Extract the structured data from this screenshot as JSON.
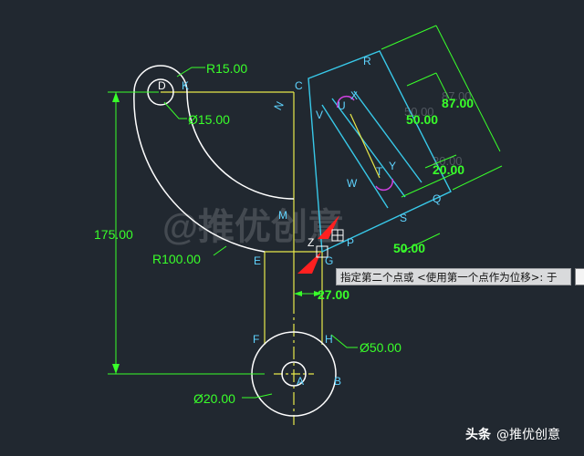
{
  "viewport": {
    "background": "#212830"
  },
  "colors": {
    "outline_white": "#ffffff",
    "construction_yellow": "#e8e84a",
    "rotated_cyan": "#38c8e8",
    "dimension_green": "#39ff2a",
    "point_label_cyan": "#5fd4ff",
    "slot_magenta": "#d040e0",
    "arrow_red": "#ff2020"
  },
  "dimensions": {
    "r15": "R15.00",
    "d15": "Ø15.00",
    "h175": "175.00",
    "r100": "R100.00",
    "d50": "Ø50.00",
    "d20": "Ø20.00",
    "w27": "27.00",
    "rot87": "87.00",
    "rot50a": "50.00",
    "rot20": "20.00",
    "rot50b": "50.00"
  },
  "ghost_dimensions": {
    "g87": "87.00",
    "g50": "50.00",
    "g20": "20.00"
  },
  "points": {
    "D": "D",
    "K": "K",
    "C": "C",
    "N": "N",
    "R": "R",
    "U": "U",
    "X": "X",
    "V": "V",
    "T": "T",
    "Y": "Y",
    "W": "W",
    "S": "S",
    "Q": "Q",
    "M": "M",
    "Z": "Z",
    "P": "P",
    "E": "E",
    "G": "G",
    "F": "F",
    "H": "H",
    "A": "A",
    "B": "B"
  },
  "prompt": {
    "tooltip": "指定第二个点或 <使用第一个点作为位移>: 于"
  },
  "watermark": "@推优创意",
  "brand": {
    "name": "头条",
    "handle": "@推优创意"
  }
}
